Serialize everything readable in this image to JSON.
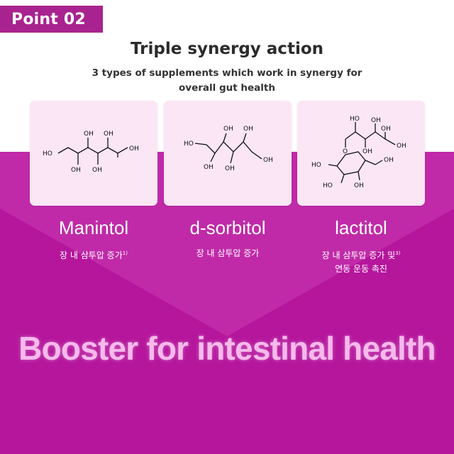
{
  "badge": {
    "label": "Point 02"
  },
  "header": {
    "title": "Triple synergy action",
    "subtitle": "3 types of supplements which work in synergy for overall gut health"
  },
  "supplements": [
    {
      "name": "Manintol",
      "desc_line1": "장 내 삼투압 증가",
      "desc_sup": "1)",
      "desc_line2": ""
    },
    {
      "name": "d-sorbitol",
      "desc_line1": "장 내 삼투압 증가",
      "desc_sup": "",
      "desc_line2": ""
    },
    {
      "name": "lactitol",
      "desc_line1": "장 내 삼투압 증가 및",
      "desc_sup": "3)",
      "desc_line2": "연동 운동 촉진"
    }
  ],
  "banner": {
    "text": "Booster for intestinal health"
  },
  "molecule_labels": {
    "hydroxyl": "HO",
    "hydroxyl_r": "OH",
    "ring_o": "O"
  },
  "colors": {
    "magenta": "#b5169c",
    "badge": "#a8238f",
    "card": "#fbe6f5",
    "banner_text": "#f7b9ec"
  }
}
